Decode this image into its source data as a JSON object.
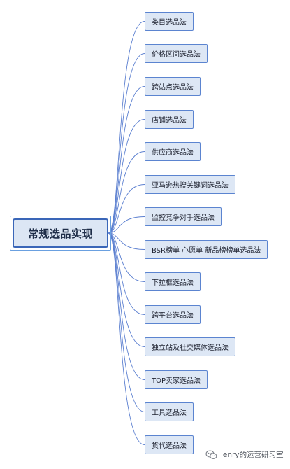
{
  "root": {
    "label": "常规选品实现"
  },
  "branches": [
    {
      "label": "类目选品法"
    },
    {
      "label": "价格区间选品法"
    },
    {
      "label": "跨站点选品法"
    },
    {
      "label": "店铺选品法"
    },
    {
      "label": "供应商选品法"
    },
    {
      "label": "亚马逊热搜关键词选品法"
    },
    {
      "label": "监控竞争对手选品法"
    },
    {
      "label": "BSR榜单 心愿单 新品榜榜单选品法"
    },
    {
      "label": "下拉框选品法"
    },
    {
      "label": "跨平台选品法"
    },
    {
      "label": "独立站及社交媒体选品法"
    },
    {
      "label": "TOP卖家选品法"
    },
    {
      "label": "工具选品法"
    },
    {
      "label": "货代选品法"
    }
  ],
  "watermark": {
    "text": "lenry的运营研习室",
    "icon": "wechat-icon"
  },
  "colors": {
    "connector": "#5b7fd0",
    "node_fill": "#dde7f5",
    "node_border": "#5b84d0",
    "root_border": "#3a66b8"
  }
}
